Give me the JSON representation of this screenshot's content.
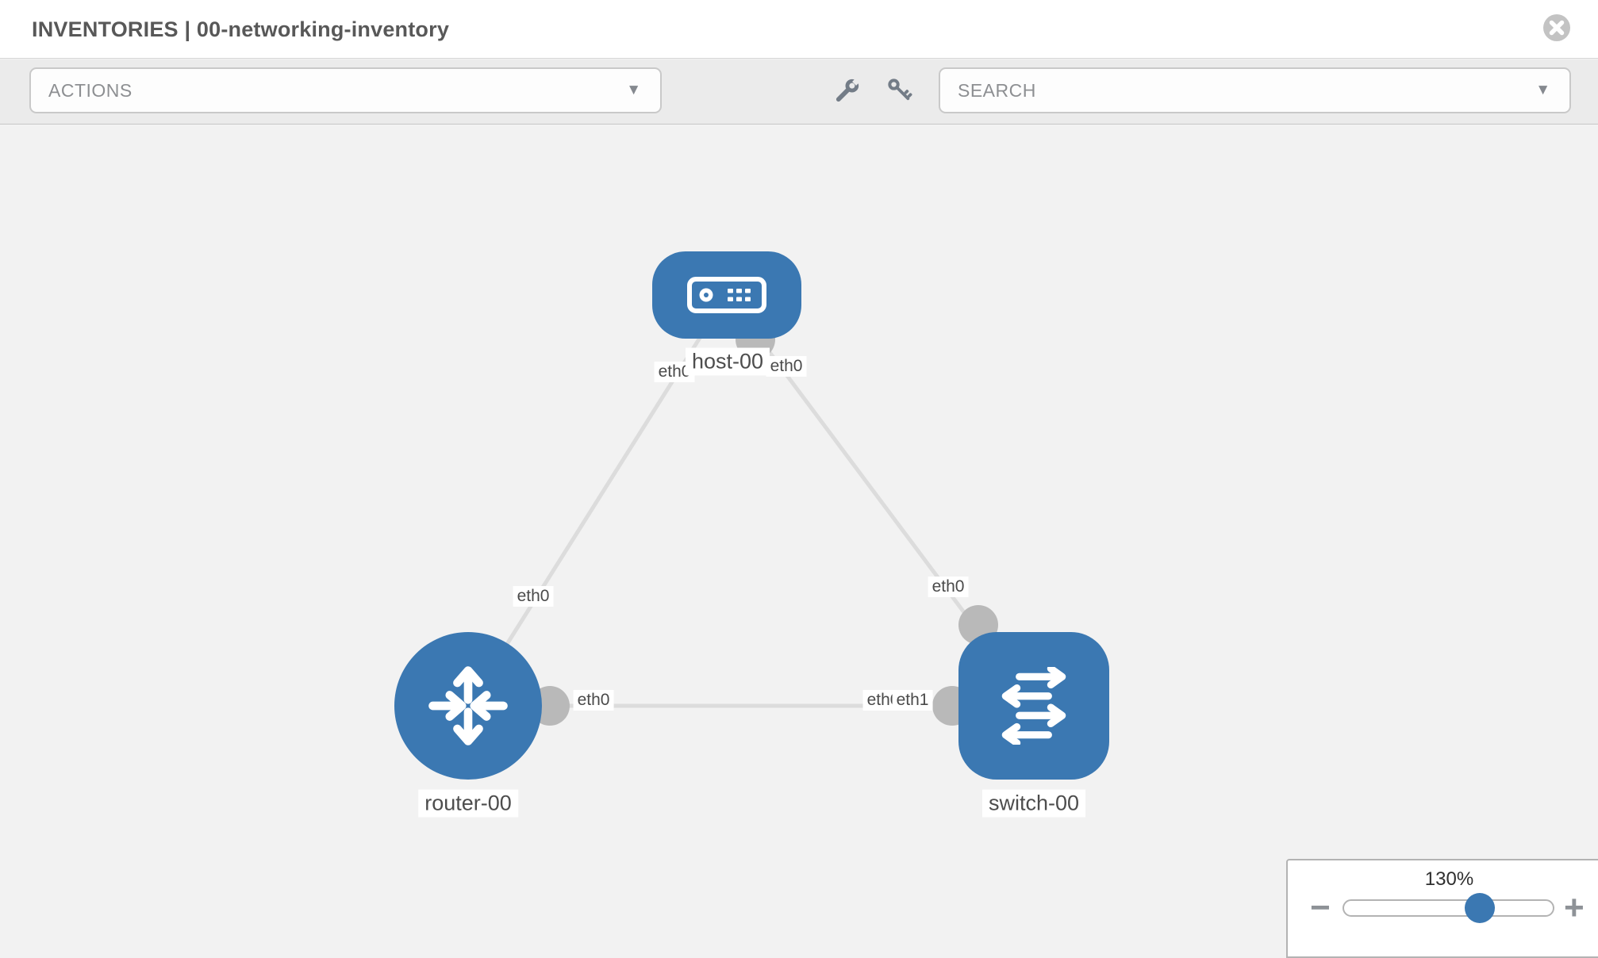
{
  "header": {
    "title": "INVENTORIES | 00-networking-inventory"
  },
  "toolbar": {
    "actions_label": "ACTIONS",
    "search_label": "SEARCH"
  },
  "canvas": {
    "nodes": [
      {
        "label": "host-00",
        "type": "host"
      },
      {
        "label": "router-00",
        "type": "router"
      },
      {
        "label": "switch-00",
        "type": "switch"
      }
    ],
    "links": [
      {
        "from": "host-00",
        "to": "router-00"
      },
      {
        "from": "host-00",
        "to": "switch-00"
      },
      {
        "from": "router-00",
        "to": "switch-00"
      }
    ],
    "eth_labels": {
      "host_left": "eth0",
      "host_right": "eth0",
      "router_top": "eth0",
      "switch_top": "eth0",
      "link_mid_left": "eth0",
      "link_mid_right_back": "eth0",
      "link_mid_right_front": "eth1"
    }
  },
  "zoom_control": {
    "level": "130%",
    "minus": "−",
    "plus": "+"
  },
  "colors": {
    "node_blue": "#3b78b2",
    "link_gray": "#dcdcdc",
    "interface_gray": "#b9b9b9",
    "toolbar_bg": "#ebebeb",
    "canvas_bg": "#f2f2f2"
  }
}
